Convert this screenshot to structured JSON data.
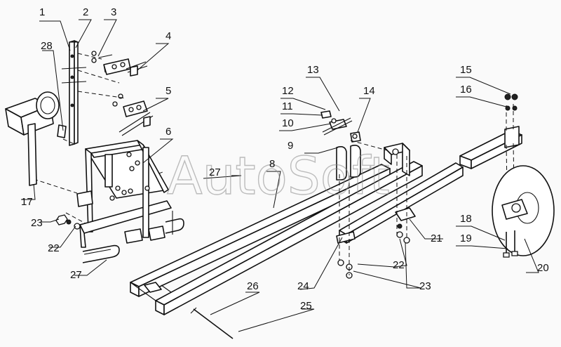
{
  "watermark": "AutoSoft",
  "callouts": [
    {
      "id": "c1",
      "text": "1"
    },
    {
      "id": "c2",
      "text": "2"
    },
    {
      "id": "c3",
      "text": "3"
    },
    {
      "id": "c4",
      "text": "4"
    },
    {
      "id": "c5",
      "text": "5"
    },
    {
      "id": "c6",
      "text": "6"
    },
    {
      "id": "c8",
      "text": "8"
    },
    {
      "id": "c9",
      "text": "9"
    },
    {
      "id": "c10",
      "text": "10"
    },
    {
      "id": "c11",
      "text": "11"
    },
    {
      "id": "c12",
      "text": "12"
    },
    {
      "id": "c13",
      "text": "13"
    },
    {
      "id": "c14",
      "text": "14"
    },
    {
      "id": "c15",
      "text": "15"
    },
    {
      "id": "c16",
      "text": "16"
    },
    {
      "id": "c17",
      "text": "17"
    },
    {
      "id": "c18",
      "text": "18"
    },
    {
      "id": "c19",
      "text": "19"
    },
    {
      "id": "c20",
      "text": "20"
    },
    {
      "id": "c21",
      "text": "21"
    },
    {
      "id": "c22a",
      "text": "22"
    },
    {
      "id": "c22b",
      "text": "22"
    },
    {
      "id": "c23a",
      "text": "23"
    },
    {
      "id": "c23b",
      "text": "23"
    },
    {
      "id": "c24",
      "text": "24"
    },
    {
      "id": "c25",
      "text": "25"
    },
    {
      "id": "c26",
      "text": "26"
    },
    {
      "id": "c27a",
      "text": "27"
    },
    {
      "id": "c27b",
      "text": "27"
    },
    {
      "id": "c28",
      "text": "28"
    }
  ]
}
